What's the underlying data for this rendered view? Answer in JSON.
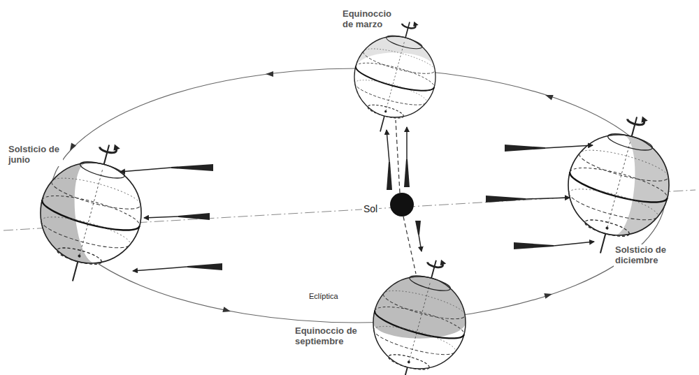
{
  "diagram": {
    "labels": [
      "Equinoccio de marzo",
      "Solsticio de junio",
      "Sol",
      "Solsticio de diciembre",
      "Eclíptica",
      "Equinoccio de septiembre"
    ]
  }
}
